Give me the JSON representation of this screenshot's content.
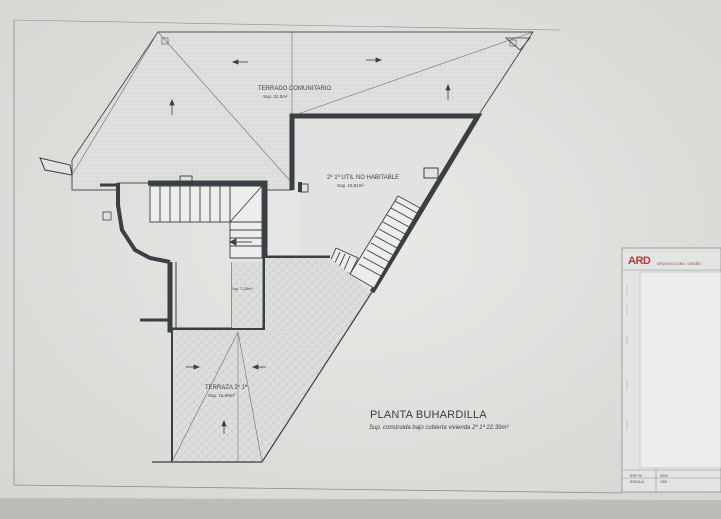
{
  "sheet": {
    "title": "PLANTA BUHARDILLA",
    "subtitle": "Sup. construida bajo cubierta vivienda 2º 1ª 22.39m²"
  },
  "rooms": [
    {
      "name": "TERRADO COMUNITARIO",
      "area": "Sup. 31.0m²"
    },
    {
      "name": "2º 1ª UTIL NO HABITABLE",
      "area": "Sup. 15,91m²"
    },
    {
      "name": "TERRAZA 2º 1ª",
      "area": "Sup. 15,99m²"
    },
    {
      "name": "",
      "area": "Sup. 2,25m²"
    }
  ],
  "title_block": {
    "logo": "ARD",
    "firm": "ARQUITECTURA · DISEÑO",
    "field_1": "EXP. Nº",
    "field_2": "ESCALA",
    "value_1": "2024",
    "value_2": "1/50"
  },
  "colors": {
    "paper": "#e6e7e4",
    "line": "#3f4448",
    "wall": "#3a3f44",
    "hatch": "#b7b9b6",
    "logo": "#b23a3a"
  },
  "icons": [
    "direction-arrow-icon",
    "stair-icon",
    "drain-icon"
  ]
}
